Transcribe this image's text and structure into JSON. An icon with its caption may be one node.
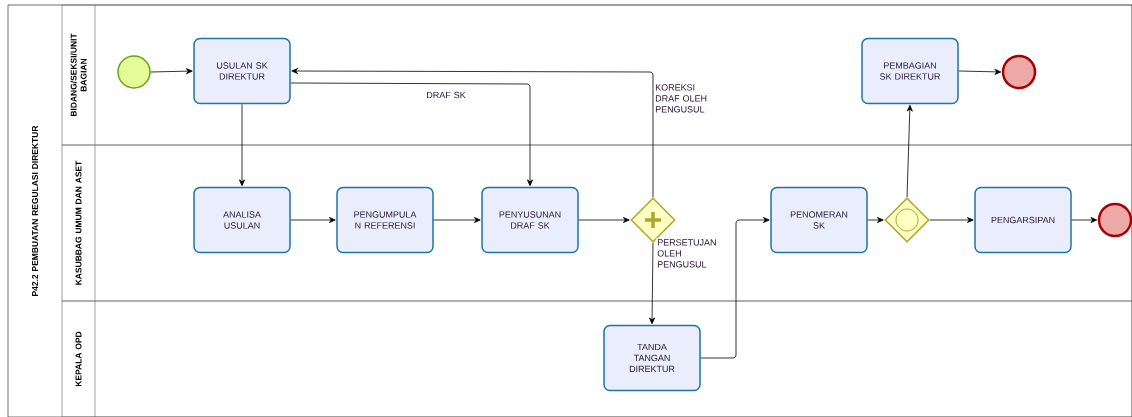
{
  "diagram": {
    "nodes": [
      {
        "text": [
          "P42.2 PEMBUATAN REGULASI DIREKTUR"
        ]
      },
      {
        "text": [
          "BIDANG/SEKSI/UNIT BAGIAN"
        ],
        "in": 0
      },
      {
        "text": [
          "KASUBBAG UMUM DAN ASET"
        ],
        "in": 0
      },
      {
        "text": [
          "KEPALA OPD"
        ],
        "in": 0
      },
      {
        "text": [],
        "shape": "circle",
        "in": 1
      },
      {
        "text": [
          "USULAN SK DIREKTUR"
        ],
        "in": 1
      },
      {
        "text": [
          "PEMBAGIAN SK DIREKTUR"
        ],
        "in": 1
      },
      {
        "text": [],
        "shape": "circle",
        "in": 1
      },
      {
        "text": [
          "ANALISA USULAN"
        ],
        "in": 2
      },
      {
        "text": [
          "PENGUMPULA N REFERENSI"
        ],
        "in": 2
      },
      {
        "text": [
          "PENYUSUNAN DRAF SK"
        ],
        "in": 2
      },
      {
        "text": [],
        "shape": "diamond",
        "in": 2
      },
      {
        "text": [
          "PENOMERAN SK"
        ],
        "in": 2
      },
      {
        "text": [],
        "shape": "diamond",
        "in": 2
      },
      {
        "text": [
          "PENGARSIPAN"
        ],
        "in": 2
      },
      {
        "text": [],
        "shape": "circle",
        "in": 2
      },
      {
        "text": [
          "TANDA TANGAN DIREKTUR"
        ],
        "in": 3
      }
    ],
    "edges": [
      {
        "from": 4,
        "to": 5,
        "arrow": "to"
      },
      {
        "from": 5,
        "to": 8,
        "arrow": "to"
      },
      {
        "from": 5,
        "to": 10,
        "arrow": "to",
        "label": "DRAF SK"
      },
      {
        "from": 8,
        "to": 9,
        "arrow": "to"
      },
      {
        "from": 9,
        "to": 10,
        "arrow": "to"
      },
      {
        "from": 10,
        "to": 11,
        "arrow": "to"
      },
      {
        "from": 11,
        "to": 5,
        "arrow": "to",
        "label": "KOREKSI DRAF OLEH PENGUSUL"
      },
      {
        "from": 11,
        "to": 16,
        "arrow": "to",
        "label": "PERSETUJAN OLEH PENGUSUL"
      },
      {
        "from": 16,
        "to": 12,
        "arrow": "to"
      },
      {
        "from": 12,
        "to": 13,
        "arrow": "to"
      },
      {
        "from": 13,
        "to": 6,
        "arrow": "to"
      },
      {
        "from": 13,
        "to": 14,
        "arrow": "to"
      },
      {
        "from": 14,
        "to": 15,
        "arrow": "to"
      },
      {
        "from": 6,
        "to": 7,
        "arrow": "to"
      }
    ]
  }
}
